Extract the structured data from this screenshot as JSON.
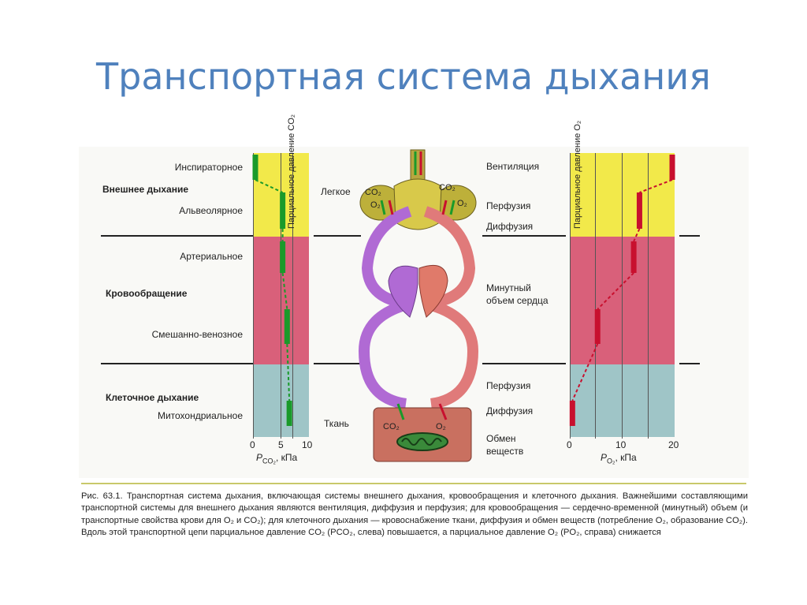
{
  "slide": {
    "title": "Транспортная система дыхания"
  },
  "left_labels": {
    "inspiratory": "Инспираторное",
    "external_breathing": "Внешнее дыхание",
    "alveolar": "Альвеолярное",
    "arterial": "Артериальное",
    "circulation": "Кровообращение",
    "mixed_venous": "Смешанно-венозное",
    "cellular_breathing": "Клеточное дыхание",
    "mitochondrial": "Митохондриальное"
  },
  "left_chart": {
    "axis_label_vertical": "Парциальное давление CO₂",
    "ticks": [
      "0",
      "5",
      "10"
    ],
    "xlabel": "P",
    "xlabel_sub": "CO₂",
    "xlabel_unit": ", кПа"
  },
  "middle_labels": {
    "lung": "Легкое",
    "co2_left": "CO₂",
    "o2_left": "O₂",
    "co2_right": "CO₂",
    "o2_right": "O₂",
    "tissue": "Ткань",
    "co2_tissue": "CO₂",
    "o2_tissue": "O₂"
  },
  "right_labels": {
    "ventilation": "Вентиляция",
    "perfusion_top": "Перфузия",
    "diffusion_top": "Диффузия",
    "cardiac_output_1": "Минутный",
    "cardiac_output_2": "объем сердца",
    "perfusion_bottom": "Перфузия",
    "diffusion_bottom": "Диффузия",
    "metabolism_1": "Обмен",
    "metabolism_2": "веществ"
  },
  "right_chart": {
    "axis_label_vertical": "Парциальное давление O₂",
    "ticks": [
      "0",
      "10",
      "20"
    ],
    "xlabel": "P",
    "xlabel_sub": "O₂",
    "xlabel_unit": ", кПа"
  },
  "colors": {
    "yellow": "#f2e94a",
    "pink": "#d9607a",
    "teal": "#9fc5c7",
    "green": "#1a9a2a",
    "red": "#c8102e",
    "title": "#4f81bd"
  },
  "chart_data": [
    {
      "type": "line",
      "title": "",
      "xlabel": "PCO₂, кПа",
      "xlim": [
        0,
        10
      ],
      "categories": [
        "Инспираторное",
        "Альвеолярное",
        "Артериальное",
        "Смешанно-венозное",
        "Митохондриальное"
      ],
      "series": [
        {
          "values": [
            0,
            5.3,
            5.3,
            6.1,
            6.5
          ]
        }
      ]
    },
    {
      "type": "line",
      "title": "",
      "xlabel": "PO₂, кПа",
      "xlim": [
        0,
        20
      ],
      "categories": [
        "Инспираторное",
        "Альвеолярное",
        "Артериальное",
        "Смешанно-венозное",
        "Митохондриальное"
      ],
      "series": [
        {
          "values": [
            20,
            13.3,
            12.2,
            5.3,
            0.5
          ]
        }
      ]
    }
  ],
  "caption": {
    "text": "Рис. 63.1. Транспортная система дыхания, включающая системы внешнего дыхания, кровообращения и клеточного дыхания. Важнейшими составляющими транспортной системы для внешнего дыхания являются вентиляция, диффузия и перфузия; для кровообращения — сердечно-временной (минутный) объем (и транспортные свойства крови для O₂ и CO₂); для клеточного дыхания — кровоснабжение ткани, диффузия и обмен веществ (потребление O₂, образование CO₂). Вдоль этой транспортной цепи парциальное давление CO₂ (PCO₂, слева) повышается, а парциальное давление O₂ (PO₂, справа) снижается"
  }
}
